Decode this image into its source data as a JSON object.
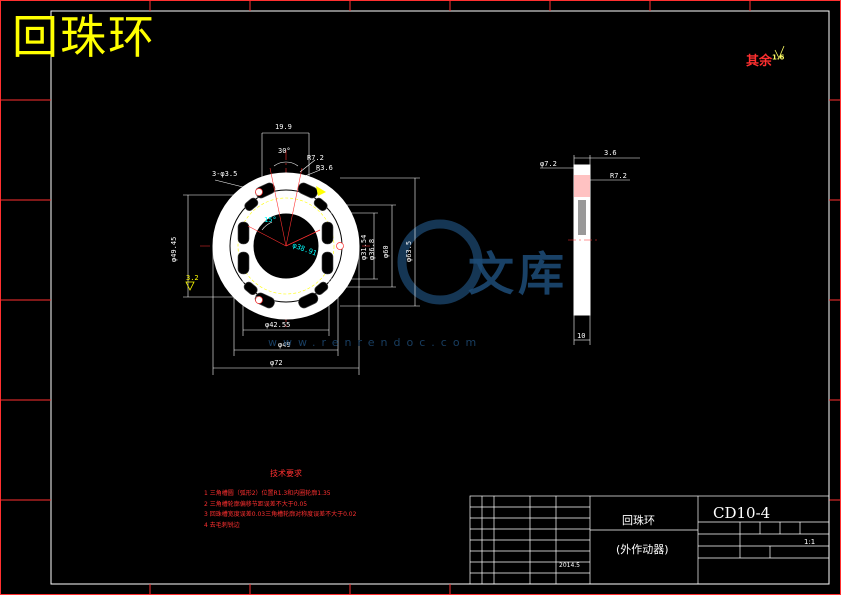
{
  "drawing": {
    "title": "回珠环",
    "roughness_note": "其余",
    "roughness_value": "1.6",
    "front_view": {
      "top_width": "19.9",
      "angle_top": "30°",
      "holes": "3-φ3.5",
      "r_big": "R7.2",
      "r_small": "R3.6",
      "angle_inner": "15°",
      "inner_dia": "φ38.91",
      "left_dia": "φ49.45",
      "left_rough": "3.2",
      "mid_dia": "φ31.54",
      "mid_dia2": "φ36.8",
      "right_dia": "φ60",
      "far_right_dia": "φ63.5",
      "bottom_dia1": "φ42.55",
      "bottom_dia2": "φ49",
      "bottom_dia3": "φ72"
    },
    "side_view": {
      "top_dim": "3.6",
      "dia_left": "φ7.2",
      "r_label": "R7.2",
      "width": "10"
    },
    "tech_requirements": {
      "title": "技术要求",
      "items": [
        "1 三角槽圆（弧形2）位置R1.3和内圈轮廓1.35",
        "2 三角槽轮廓偏移节距误差不大于0.05",
        "3 回珠槽宽度误差0.03三角槽轮廓对称度误差不大于0.02",
        "4 去毛刺锐边"
      ]
    },
    "title_block": {
      "part_name": "回珠环",
      "subtitle": "(外作动器)",
      "code": "CD10-4",
      "scale": "1:1",
      "date": "2014.5"
    },
    "watermark": {
      "brand": "文库",
      "url": "www.renrendoc.com"
    }
  }
}
